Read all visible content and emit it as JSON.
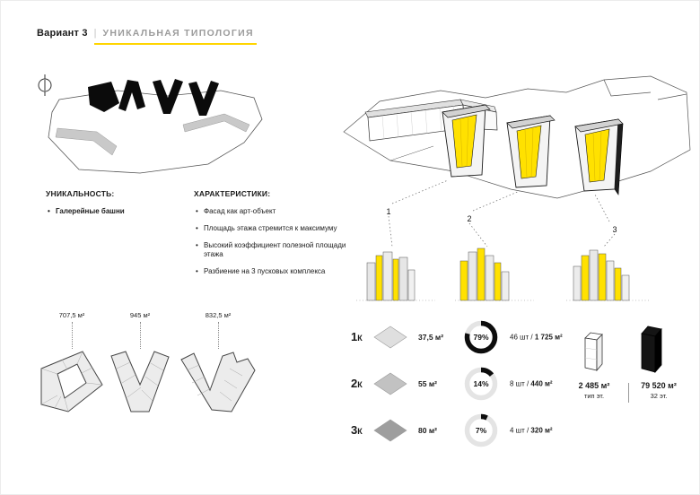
{
  "header": {
    "variant": "Вариант 3",
    "separator": "|",
    "title": "УНИКАЛЬНАЯ ТИПОЛОГИЯ"
  },
  "colors": {
    "accent_yellow": "#FFD500",
    "facade_yellow": "#FFE100",
    "title_gray": "#9B9B9B"
  },
  "uniqueness": {
    "heading": "УНИКАЛЬНОСТЬ:",
    "items": [
      "Галерейные башни"
    ]
  },
  "characteristics": {
    "heading": "ХАРАКТЕРИСТИКИ:",
    "items": [
      "Фасад как арт-объект",
      "Площадь этажа стремится к максимуму",
      "Высокий коэффициент полезной площади этажа",
      "Разбиение на 3 пусковых комплекса"
    ]
  },
  "floor_plans": [
    {
      "area": "707,5 м²"
    },
    {
      "area": "945 м²"
    },
    {
      "area": "832,5 м²"
    }
  ],
  "axon": {
    "labels": [
      "1",
      "2",
      "3"
    ]
  },
  "unit_table": {
    "rows": [
      {
        "type_num": "1",
        "type_suffix": "К",
        "swatch": "#DFDFDF",
        "area": "37,5 м²",
        "share_pct": 79,
        "share_label": "79%",
        "count_prefix": "46 шт / ",
        "count_bold": "1 725 м²"
      },
      {
        "type_num": "2",
        "type_suffix": "К",
        "swatch": "#C2C2C2",
        "area": "55 м²",
        "share_pct": 14,
        "share_label": "14%",
        "count_prefix": "8 шт / ",
        "count_bold": "440 м²"
      },
      {
        "type_num": "3",
        "type_suffix": "К",
        "swatch": "#9E9E9E",
        "area": "80 м²",
        "share_pct": 7,
        "share_label": "7%",
        "count_prefix": "4 шт / ",
        "count_bold": "320 м²"
      }
    ],
    "summary": {
      "typical_value": "2 485 м²",
      "typical_label": "тип эт.",
      "total_value": "79 520 м²",
      "total_label": "32 эт."
    }
  }
}
